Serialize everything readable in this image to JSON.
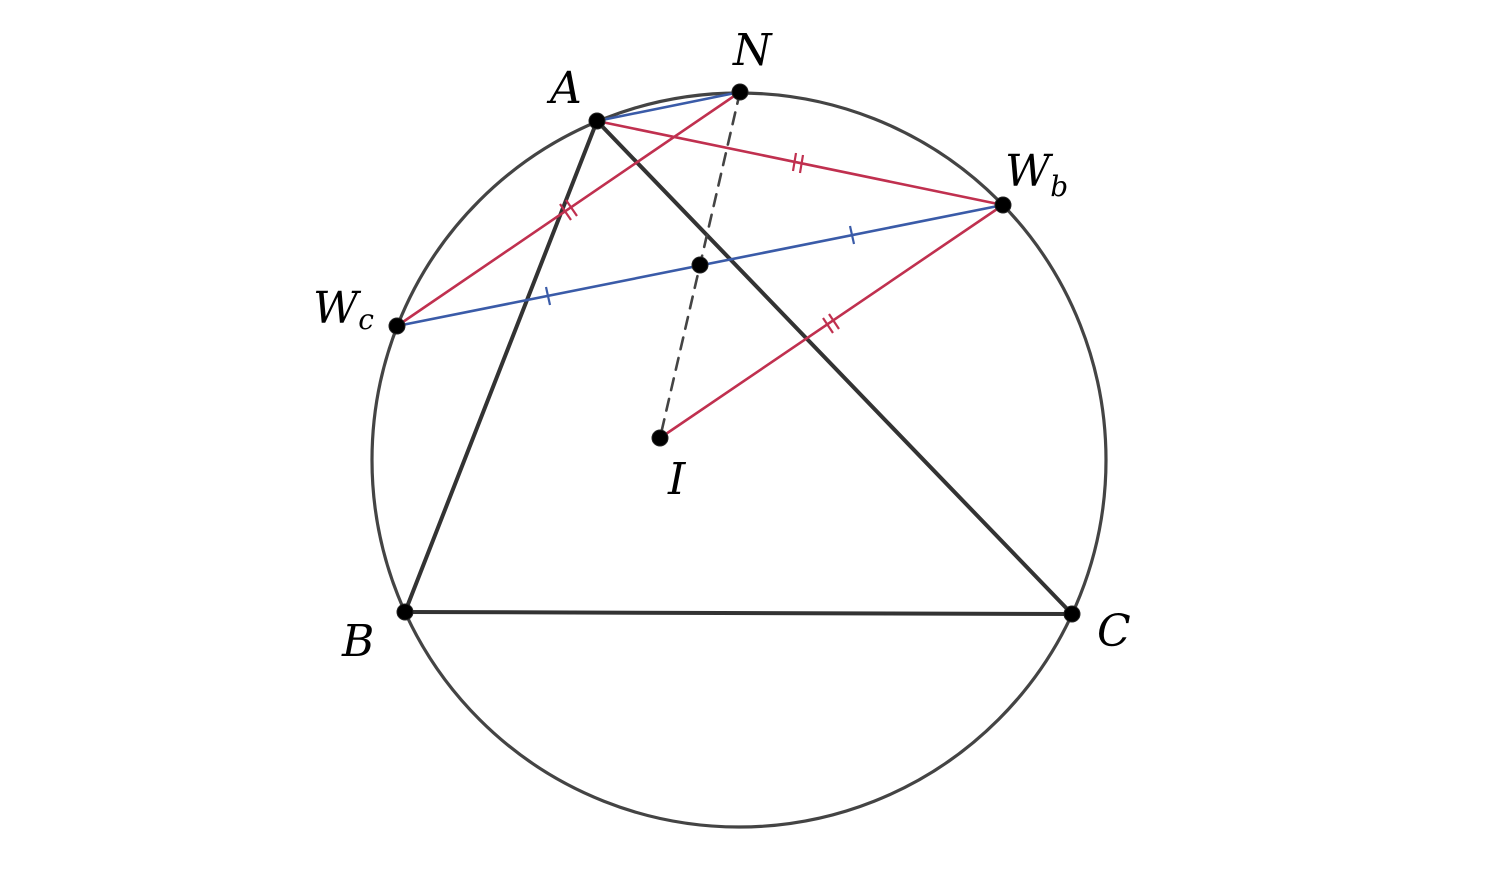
{
  "diagram": {
    "points": {
      "A": {
        "label": "A"
      },
      "N": {
        "label": "N"
      },
      "Wb": {
        "label": "W",
        "sub": "b"
      },
      "Wc": {
        "label": "W",
        "sub": "c"
      },
      "I": {
        "label": "I"
      },
      "B": {
        "label": "B"
      },
      "C": {
        "label": "C"
      }
    },
    "colors": {
      "circle": "#444444",
      "triangle": "#333333",
      "red": "#C0304F",
      "blue": "#3A5BA8",
      "dashed": "#444444",
      "point": "#000000"
    }
  }
}
